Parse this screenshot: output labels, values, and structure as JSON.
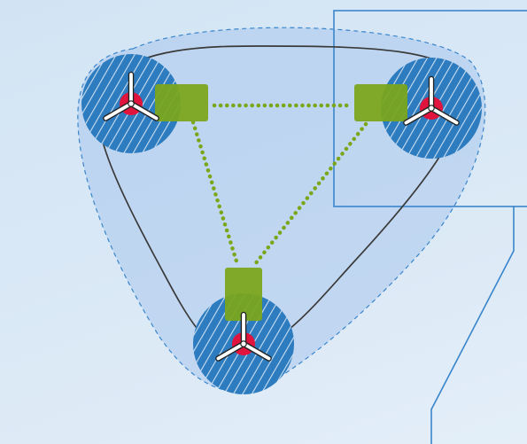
{
  "colors": {
    "background": "#d7e8f6",
    "region_fill": "#a9c7ec",
    "region_stroke": "#3a86cc",
    "loop_stroke": "#3a3a3a",
    "hub_fill": "#2d7cc0",
    "hub_hatch": "#ffffff",
    "rotor_center": "#e0143c",
    "blade": "#ffffff",
    "blade_outline": "#222222",
    "link_block": "#7ba61a",
    "link_dots": "#7ba61a",
    "callout_stroke": "#3a86cc"
  },
  "nodes": [
    {
      "id": "turbine-top-left",
      "icon": "wind-turbine-icon"
    },
    {
      "id": "turbine-top-right",
      "icon": "wind-turbine-icon"
    },
    {
      "id": "turbine-bottom",
      "icon": "wind-turbine-icon"
    }
  ],
  "links": [
    {
      "from": "turbine-top-left",
      "to": "turbine-top-right"
    },
    {
      "from": "turbine-top-left",
      "to": "turbine-bottom"
    },
    {
      "from": "turbine-top-right",
      "to": "turbine-bottom"
    }
  ],
  "callout": {
    "shape": "rectangle",
    "target": "turbine-top-right"
  }
}
